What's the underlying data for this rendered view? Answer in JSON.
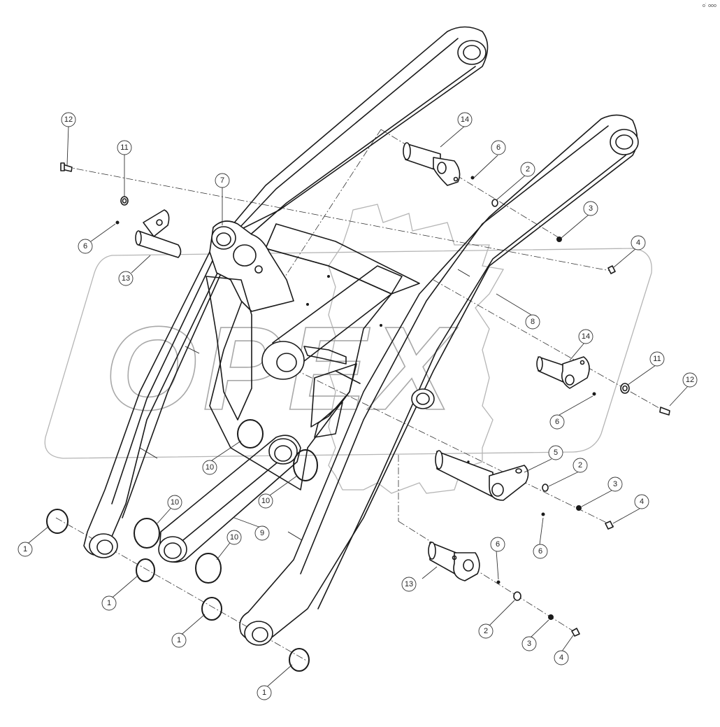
{
  "watermark": {
    "text": "OPEX"
  },
  "corner_mark": "o˙ ooo",
  "colors": {
    "line": "#1a1a1a",
    "watermark": "#b5b5b5",
    "background": "#ffffff"
  },
  "callouts": [
    {
      "label": "1"
    },
    {
      "label": "1"
    },
    {
      "label": "1"
    },
    {
      "label": "1"
    },
    {
      "label": "2"
    },
    {
      "label": "2"
    },
    {
      "label": "2"
    },
    {
      "label": "3"
    },
    {
      "label": "3"
    },
    {
      "label": "3"
    },
    {
      "label": "4"
    },
    {
      "label": "4"
    },
    {
      "label": "4"
    },
    {
      "label": "5"
    },
    {
      "label": "6"
    },
    {
      "label": "6"
    },
    {
      "label": "6"
    },
    {
      "label": "6"
    },
    {
      "label": "6"
    },
    {
      "label": "7"
    },
    {
      "label": "8"
    },
    {
      "label": "9"
    },
    {
      "label": "10"
    },
    {
      "label": "10"
    },
    {
      "label": "10"
    },
    {
      "label": "10"
    },
    {
      "label": "11"
    },
    {
      "label": "11"
    },
    {
      "label": "12"
    },
    {
      "label": "12"
    },
    {
      "label": "13"
    },
    {
      "label": "13"
    },
    {
      "label": "14"
    },
    {
      "label": "14"
    }
  ]
}
